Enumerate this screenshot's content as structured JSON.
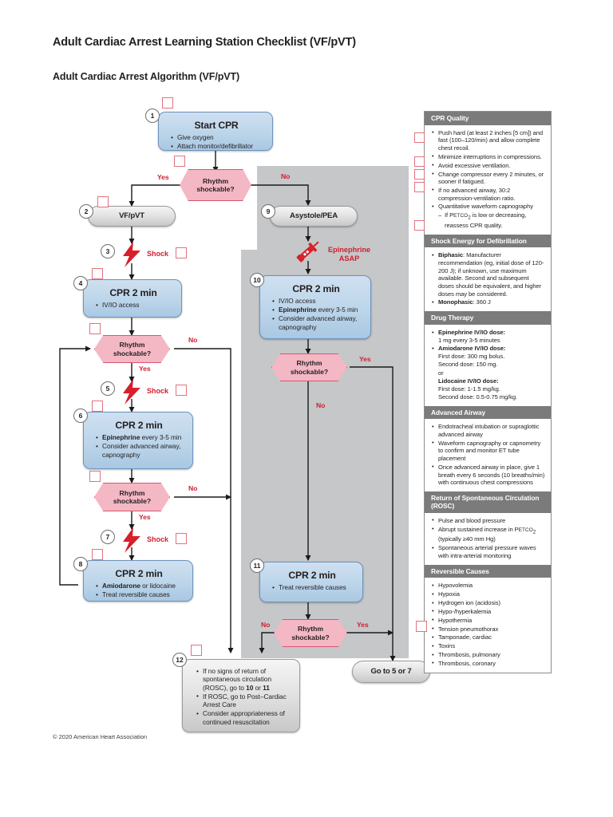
{
  "page": {
    "title": "Adult Cardiac Arrest Learning Station Checklist (VF/pVT)",
    "algorithm_title": "Adult Cardiac Arrest Algorithm (VF/pVT)",
    "copyright": "© 2020 American Heart Association"
  },
  "colors": {
    "accent_red": "#cf2030",
    "checkbox_border": "#e2737f",
    "node_blue": "#bcd5ea",
    "node_gray": "#e2e2e2",
    "decision_pink": "#f4b7c4",
    "section_header_gray": "#7b7b7b",
    "algorithm_column_gray": "#c6c7c9"
  },
  "flow": {
    "nodes": {
      "n1": {
        "step": "1",
        "title": "Start CPR",
        "bullets": [
          "Give oxygen",
          "Attach monitor/defibrillator"
        ]
      },
      "n2": {
        "step": "2",
        "title": "VF/pVT"
      },
      "n3": {
        "step": "3",
        "label": "Shock"
      },
      "n4": {
        "step": "4",
        "title": "CPR 2 min",
        "bullets": [
          "IV/IO access"
        ]
      },
      "n5": {
        "step": "5",
        "label": "Shock"
      },
      "n6": {
        "step": "6",
        "title": "CPR 2 min",
        "bullets": [
          "Epinephrine every 3-5 min",
          "Consider advanced airway, capnography"
        ]
      },
      "n7": {
        "step": "7",
        "label": "Shock"
      },
      "n8": {
        "step": "8",
        "title": "CPR 2 min",
        "bullets": [
          "Amiodarone or lidocaine",
          "Treat reversible causes"
        ]
      },
      "n9": {
        "step": "9",
        "title": "Asystole/PEA"
      },
      "n9b": {
        "label": "Epinephrine ASAP"
      },
      "n10": {
        "step": "10",
        "title": "CPR 2 min",
        "bullets": [
          "IV/IO access",
          "Epinephrine every 3-5 min",
          "Consider advanced airway, capnography"
        ]
      },
      "n11": {
        "step": "11",
        "title": "CPR 2 min",
        "bullets": [
          "Treat reversible causes"
        ]
      },
      "n12": {
        "step": "12",
        "bullets": [
          "If no signs of return of spontaneous circulation (ROSC), go to 10 or 11",
          "If ROSC, go to Post–Cardiac Arrest Care",
          "Consider appropriateness of continued resuscitation"
        ]
      },
      "goto": {
        "label": "Go to 5 or 7"
      }
    },
    "decisions": {
      "d1": {
        "line1": "Rhythm",
        "line2": "shockable?"
      },
      "d2": {
        "line1": "Rhythm",
        "line2": "shockable?"
      },
      "d3": {
        "line1": "Rhythm",
        "line2": "shockable?"
      },
      "d4": {
        "line1": "Rhythm",
        "line2": "shockable?"
      },
      "d5": {
        "line1": "Rhythm",
        "line2": "shockable?"
      }
    },
    "branch_labels": {
      "d1_yes": "Yes",
      "d1_no": "No",
      "d2_no": "No",
      "d2_yes": "Yes",
      "d3_no": "No",
      "d3_yes": "Yes",
      "d4_yes": "Yes",
      "d4_no": "No",
      "d5_no": "No",
      "d5_yes": "Yes"
    }
  },
  "side_panel": {
    "sections": [
      {
        "header": "CPR Quality",
        "items": [
          "Push hard (at least 2 inches [5 cm]) and fast (100–120/min) and allow complete chest recoil.",
          "Minimize interruptions in compressions.",
          "Avoid excessive ventilation.",
          "Change compressor every 2 minutes, or sooner if fatigued.",
          "If no advanced airway, 30:2 compression-ventilation ratio.",
          "Quantitative waveform capnography"
        ],
        "subitem": "If PETCO2 is low or decreasing, reassess CPR quality."
      },
      {
        "header": "Shock Energy for Defibrillation",
        "items": [
          "Biphasic: Manufacturer recommendation (eg, initial dose of 120-200 J); if unknown, use maximum available. Second and subsequent doses should be equivalent, and higher doses may be considered.",
          "Monophasic: 360 J"
        ]
      },
      {
        "header": "Drug Therapy",
        "items": [
          "Epinephrine IV/IO dose: 1 mg every 3-5 minutes",
          "Amiodarone IV/IO dose: First dose: 300 mg bolus. Second dose: 150 mg.",
          "or",
          "Lidocaine IV/IO dose: First dose: 1-1.5 mg/kg. Second dose: 0.5-0.75 mg/kg."
        ]
      },
      {
        "header": "Advanced Airway",
        "items": [
          "Endotracheal intubation or supraglottic advanced airway",
          "Waveform capnography or capnometry to confirm and monitor ET tube placement",
          "Once advanced airway in place, give 1 breath every 6 seconds (10 breaths/min) with continuous chest compressions"
        ]
      },
      {
        "header": "Return of Spontaneous Circulation (ROSC)",
        "items": [
          "Pulse and blood pressure",
          "Abrupt sustained increase in PETCO2 (typically ≥40 mm Hg)",
          "Spontaneous arterial pressure waves with intra-arterial monitoring"
        ]
      },
      {
        "header": "Reversible Causes",
        "items": [
          "Hypovolemia",
          "Hypoxia",
          "Hydrogen ion (acidosis)",
          "Hypo-/hyperkalemia",
          "Hypothermia",
          "Tension pneumothorax",
          "Tamponade, cardiac",
          "Toxins",
          "Thrombosis, pulmonary",
          "Thrombosis, coronary"
        ]
      }
    ]
  },
  "drug_therapy_rich": {
    "epi_label": "Epinephrine IV/IO dose:",
    "epi_text": "1 mg every 3-5 minutes",
    "amio_label": "Amiodarone IV/IO dose:",
    "amio_l1": "First dose: 300 mg bolus.",
    "amio_l2": "Second dose: 150 mg.",
    "or": "or",
    "lido_label": "Lidocaine IV/IO dose:",
    "lido_l1": "First dose: 1-1.5 mg/kg.",
    "lido_l2": "Second dose: 0.5-0.75 mg/kg."
  },
  "shock_energy_rich": {
    "biphasic_label": "Biphasic:",
    "biphasic_text": " Manufacturer recommendation (eg, initial dose of 120-200 J); if unknown, use maximum available. Second and subsequent doses should be equivalent, and higher doses may be considered.",
    "mono_label": "Monophasic:",
    "mono_text": " 360 J"
  },
  "cpr_quality_sub": {
    "prefix": "If P",
    "smallcaps": "ETCO",
    "sub": "2",
    "rest": " is low or decreasing, reassess CPR quality."
  },
  "rosc_rich": {
    "petco_prefix": "Abrupt sustained increase in ",
    "petco_p": "P",
    "petco_sc": "ETCO",
    "petco_sub": "2",
    "petco_rest": " (typically ≥40 mm Hg)"
  }
}
